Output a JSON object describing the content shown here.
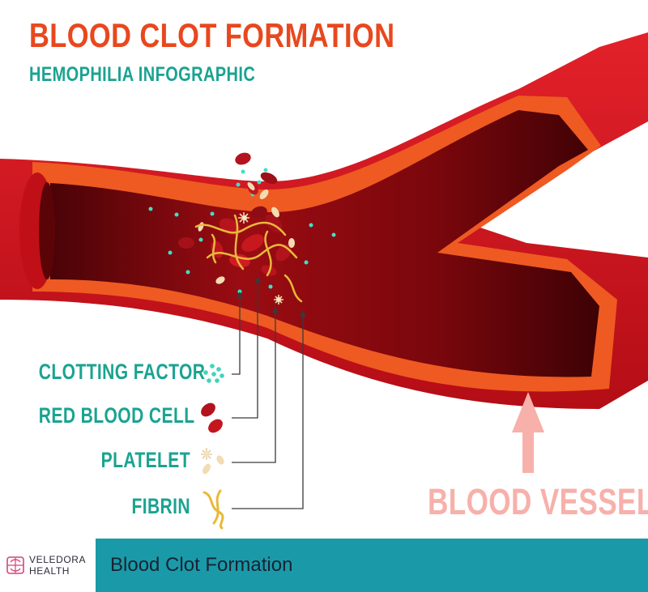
{
  "header": {
    "title": "BLOOD CLOT FORMATION",
    "subtitle": "HEMOPHILIA INFOGRAPHIC"
  },
  "legend": [
    {
      "label": "CLOTTING FACTOR",
      "icon": "clotting-factor-icon"
    },
    {
      "label": "RED BLOOD CELL",
      "icon": "red-blood-cell-icon"
    },
    {
      "label": "PLATELET",
      "icon": "platelet-icon"
    },
    {
      "label": "FIBRIN",
      "icon": "fibrin-icon"
    }
  ],
  "vessel_label": "BLOOD VESSEL",
  "footer": {
    "brand_line1": "VELEDORA",
    "brand_line2": "HEALTH",
    "title": "Blood Clot Formation"
  },
  "colors": {
    "title": "#e8481e",
    "teal": "#1aa391",
    "vessel_label": "#f7b0aa",
    "vessel_outer": "#d0121b",
    "vessel_wall": "#ee5a21",
    "vessel_lumen": "#8c0a10",
    "footer_bar": "#1a9aa8",
    "logo": "#d6457a"
  }
}
